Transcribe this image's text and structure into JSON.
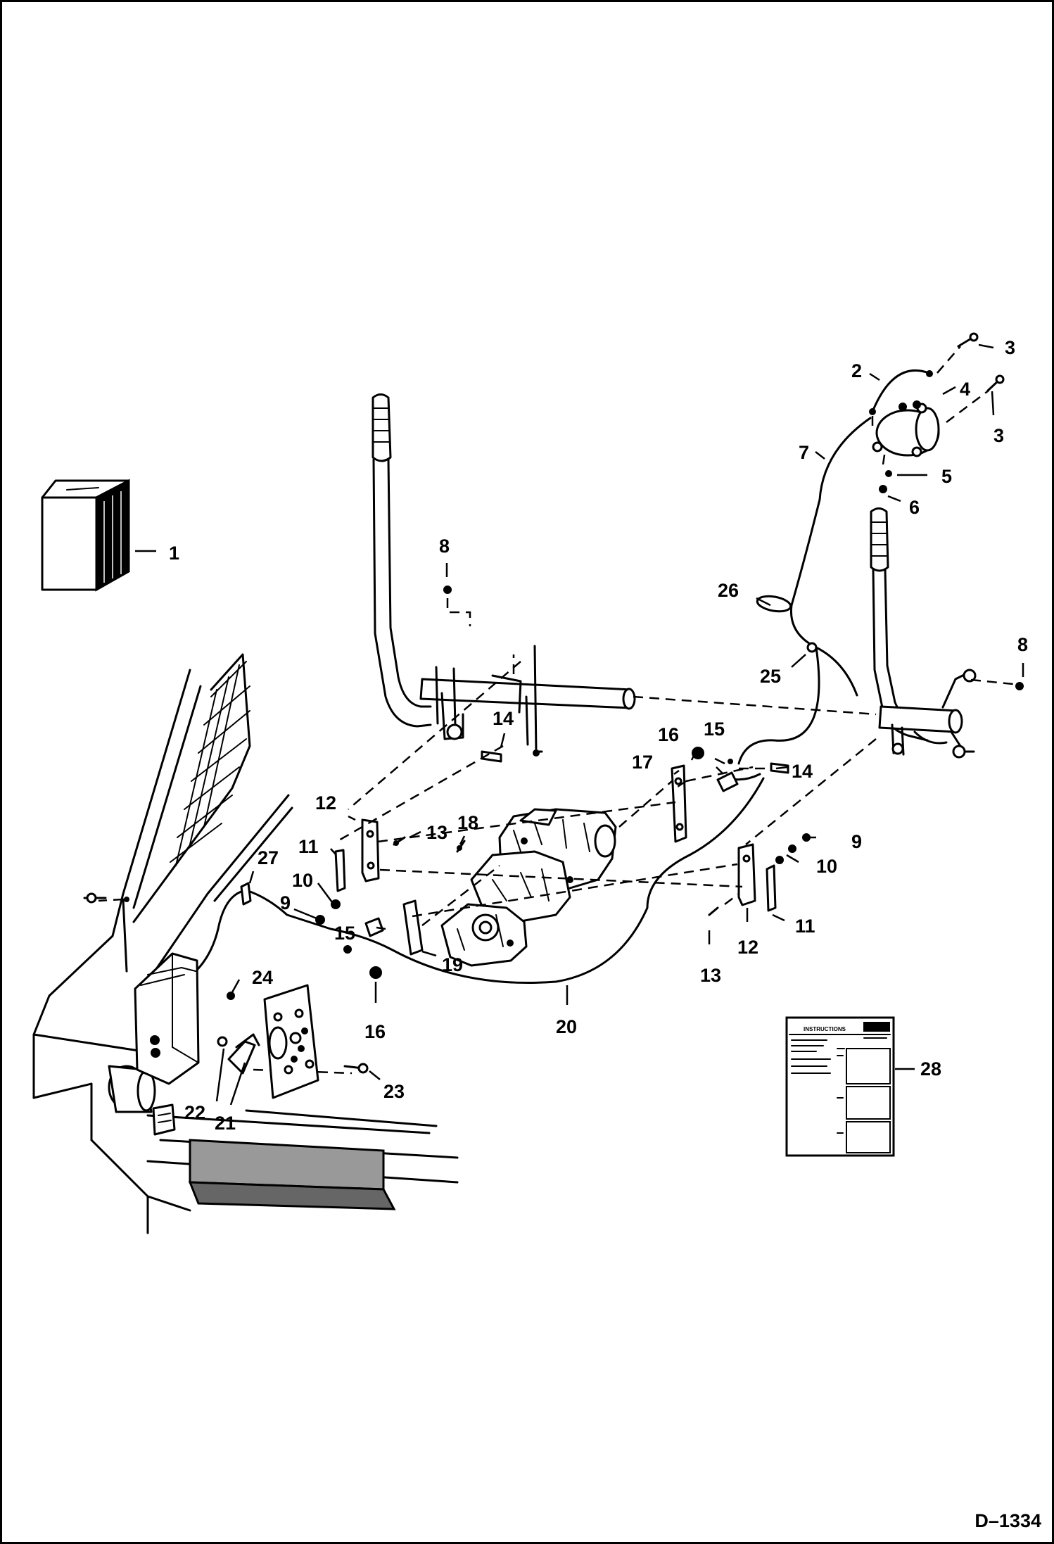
{
  "drawing_id": "D–1334",
  "instruction_sheet": {
    "heading": "INSTRUCTIONS"
  },
  "callouts": [
    {
      "n": "1"
    },
    {
      "n": "2"
    },
    {
      "n": "3"
    },
    {
      "n": "3"
    },
    {
      "n": "4"
    },
    {
      "n": "5"
    },
    {
      "n": "6"
    },
    {
      "n": "7"
    },
    {
      "n": "8"
    },
    {
      "n": "8"
    },
    {
      "n": "9"
    },
    {
      "n": "9"
    },
    {
      "n": "10"
    },
    {
      "n": "10"
    },
    {
      "n": "11"
    },
    {
      "n": "11"
    },
    {
      "n": "12"
    },
    {
      "n": "12"
    },
    {
      "n": "13"
    },
    {
      "n": "13"
    },
    {
      "n": "14"
    },
    {
      "n": "14"
    },
    {
      "n": "15"
    },
    {
      "n": "15"
    },
    {
      "n": "16"
    },
    {
      "n": "16"
    },
    {
      "n": "17"
    },
    {
      "n": "18"
    },
    {
      "n": "19"
    },
    {
      "n": "20"
    },
    {
      "n": "21"
    },
    {
      "n": "22"
    },
    {
      "n": "23"
    },
    {
      "n": "24"
    },
    {
      "n": "25"
    },
    {
      "n": "26"
    },
    {
      "n": "27"
    },
    {
      "n": "28"
    }
  ]
}
